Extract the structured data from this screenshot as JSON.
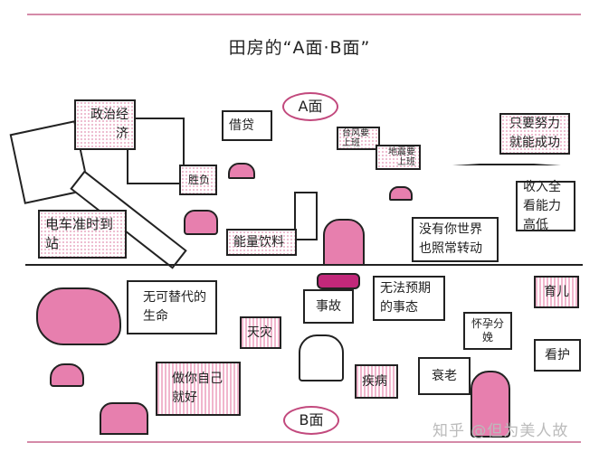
{
  "title": "田房的“A面·B面”",
  "a_side": {
    "label": "A面",
    "items": [
      "政治经济",
      "借贷",
      "台风要上班",
      "地震要上班",
      "只要努力就能成功",
      "胜负",
      "电车准时到站",
      "能量饮料",
      "没有你世界也照常转动",
      "收入全看能力高低"
    ]
  },
  "b_side": {
    "label": "B面",
    "items": [
      "无可替代的生命",
      "天灾",
      "事故",
      "无法预期的事态",
      "育儿",
      "怀孕分娩",
      "看护",
      "做你自己就好",
      "疾病",
      "衰老"
    ]
  },
  "watermark": "知乎 @但为美人故",
  "colors": {
    "accent": "#e77fae",
    "rule": "#d58aa8"
  }
}
